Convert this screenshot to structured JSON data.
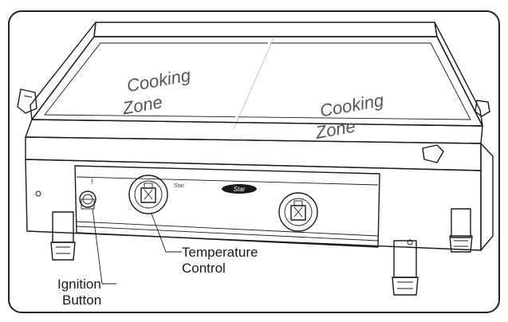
{
  "diagram": {
    "zone_left": [
      "Cooking",
      "Zone"
    ],
    "zone_right": [
      "Cooking",
      "Zone"
    ],
    "temperature_label": [
      "Temperature",
      "Control"
    ],
    "ignition_label": [
      "Ignition",
      "Button"
    ],
    "brand_badge": "Star",
    "panel_marking": "Star",
    "ignition_mark": "!"
  }
}
